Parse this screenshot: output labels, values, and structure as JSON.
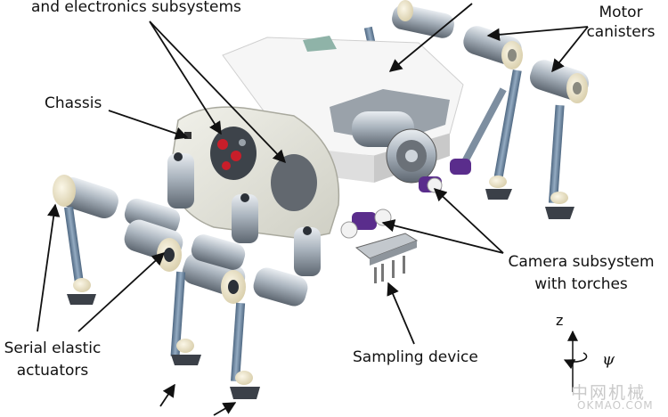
{
  "labels": {
    "electronics": "and electronics subsystems",
    "motor_line1": "Motor",
    "motor_line2": "canisters",
    "chassis": "Chassis",
    "camera_line1": "Camera subsystem",
    "camera_line2": "with torches",
    "sea_line1": "Serial elastic",
    "sea_line2": "actuators",
    "sampling": "Sampling device",
    "axis_z": "z",
    "axis_psi": "ψ"
  },
  "watermark": {
    "cn": "中网机械",
    "url": "OKMAO.COM"
  },
  "colors": {
    "chassis_plate": "#e3e3da",
    "body_white": "#f4f4f4",
    "metal": "#a9b3bd",
    "leg_blue": "#6f8aa6",
    "cap_cream": "#efe6c8",
    "purple": "#5a2d8c",
    "red": "#c81e2a"
  }
}
